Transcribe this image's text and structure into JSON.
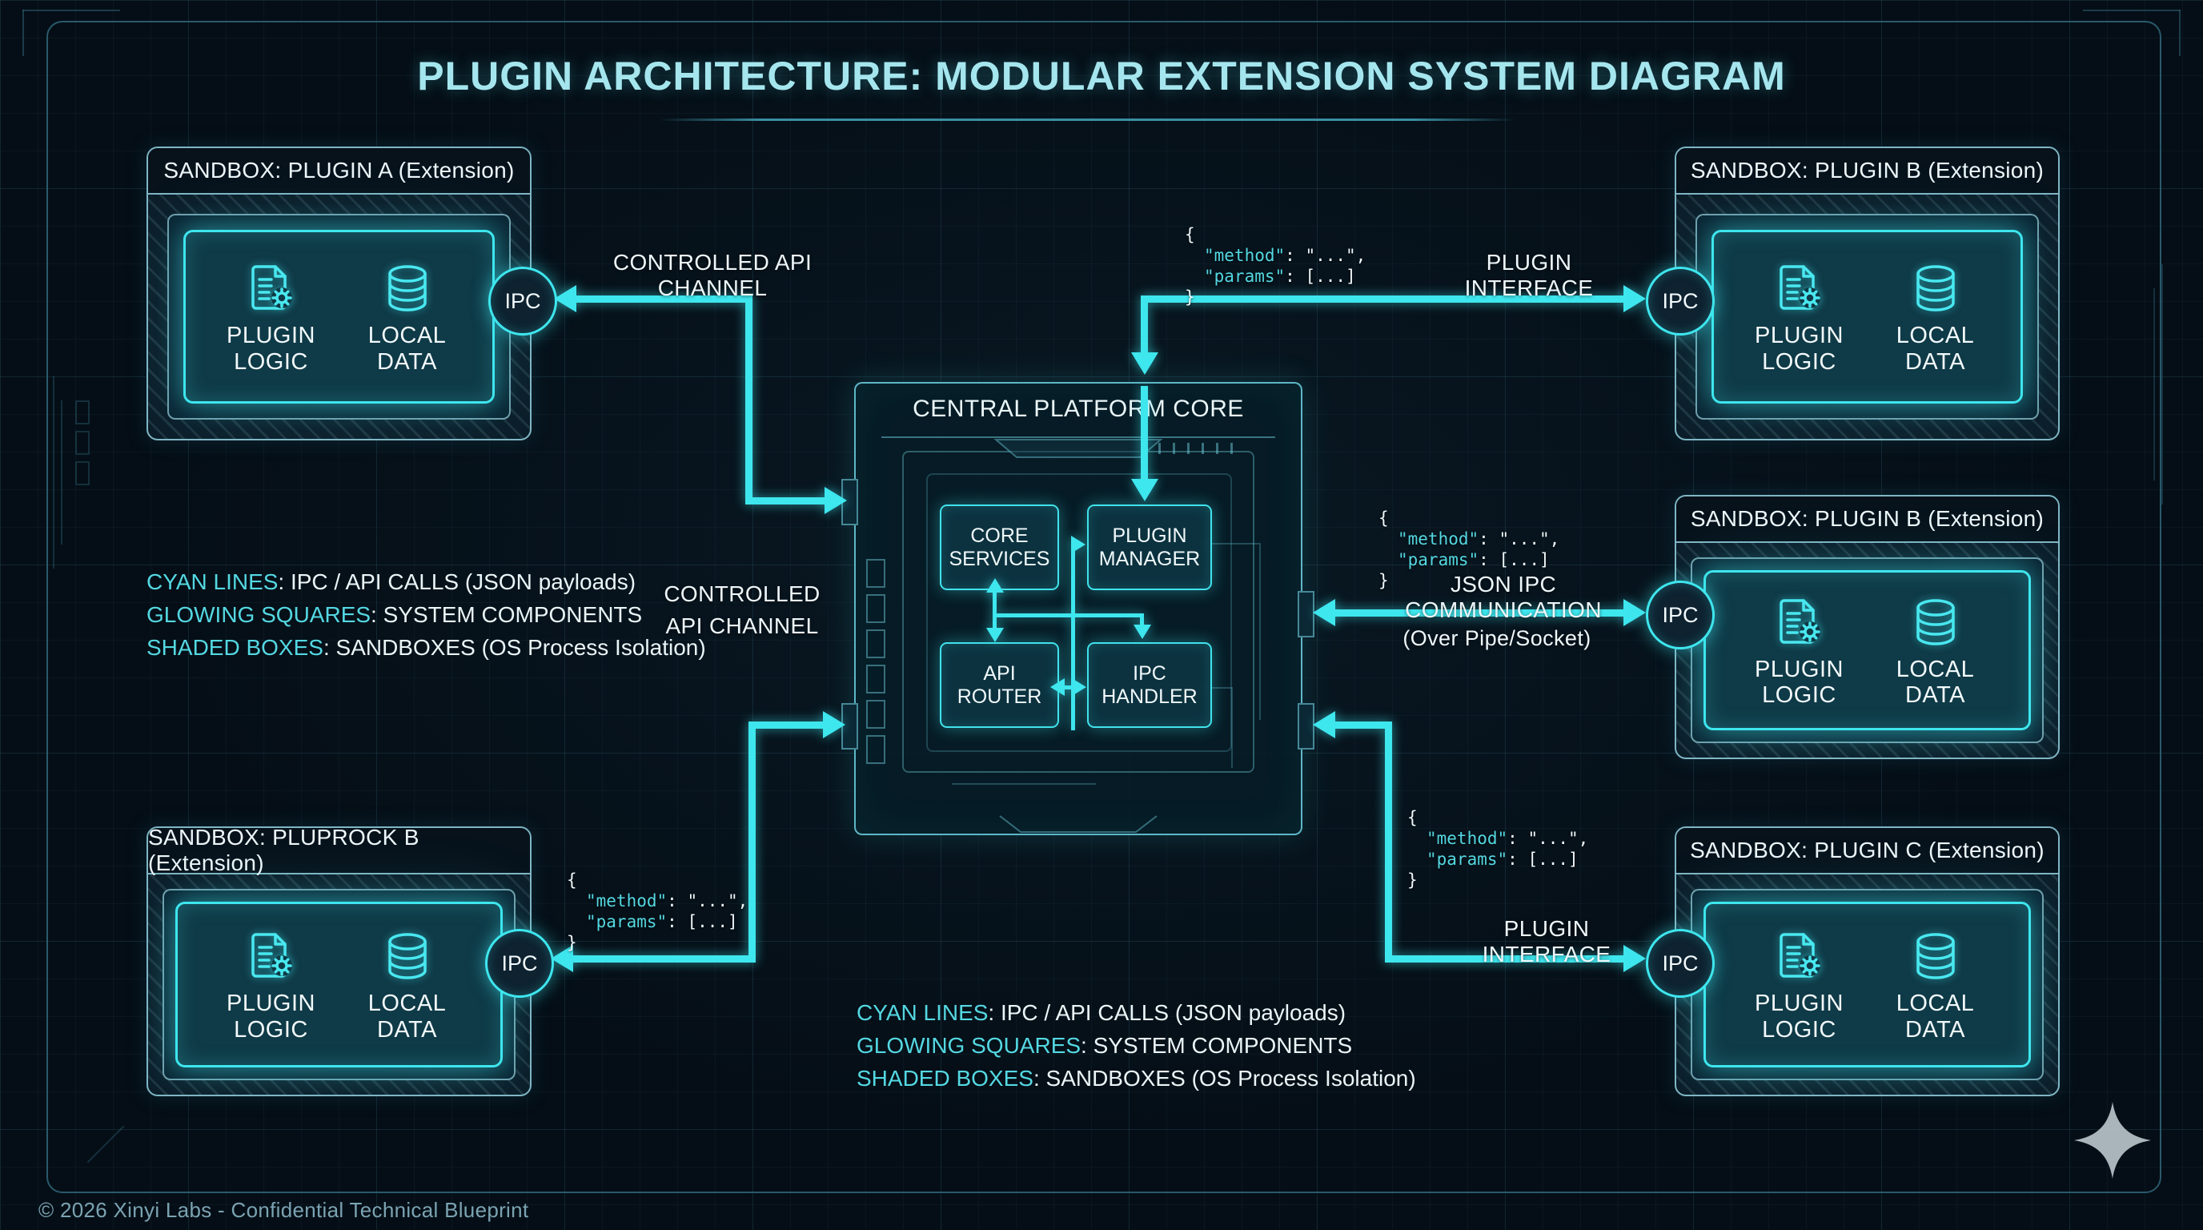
{
  "title": "PLUGIN ARCHITECTURE: MODULAR EXTENSION SYSTEM DIAGRAM",
  "footer": "© 2026 Xinyi Labs - Confidential Technical Blueprint",
  "common": {
    "plugin_logic": "PLUGIN LOGIC",
    "local_data": "LOCAL DATA",
    "ipc": "IPC"
  },
  "sandboxes": [
    {
      "title": "SANDBOX: PLUGIN A (Extension)"
    },
    {
      "title": "SANDBOX: PLUGIN B (Extension)"
    },
    {
      "title": "SANDBOX: PLUGIN B (Extension)"
    },
    {
      "title": "SANDBOX: PLUPROCK B (Extension)"
    },
    {
      "title": "SANDBOX: PLUGIN C (Extension)"
    }
  ],
  "core": {
    "title": "CENTRAL PLATFORM CORE",
    "components": [
      "CORE SERVICES",
      "PLUGIN MANAGER",
      "API ROUTER",
      "IPC HANDLER"
    ]
  },
  "labels": {
    "controlled_api_channel": "CONTROLLED API CHANNEL",
    "plugin_interface": "PLUGIN INTERFACE",
    "json_ipc_title": "JSON IPC COMMUNICATION",
    "json_ipc_sub": "(Over Pipe/Socket)"
  },
  "json_payload": {
    "open": "{",
    "method_key": "\"method\"",
    "method_rest": ": \"...\",",
    "params_key": "\"params\"",
    "params_rest": ": [...]",
    "close": "}"
  },
  "legend": {
    "items": [
      {
        "key": "CYAN LINES",
        "desc": ": IPC / API CALLS (JSON payloads)"
      },
      {
        "key": "GLOWING SQUARES",
        "desc": ": SYSTEM COMPONENTS"
      },
      {
        "key": "SHADED BOXES",
        "desc": ": SANDBOXES (OS Process Isolation)"
      }
    ]
  },
  "colors": {
    "accent": "#3ee6ee",
    "cyan_text": "#54d8e2",
    "bg": "#050e16",
    "frame": "#2d6274",
    "sandbox_border": "#7fb6c4",
    "star": "#b8c3ca"
  }
}
